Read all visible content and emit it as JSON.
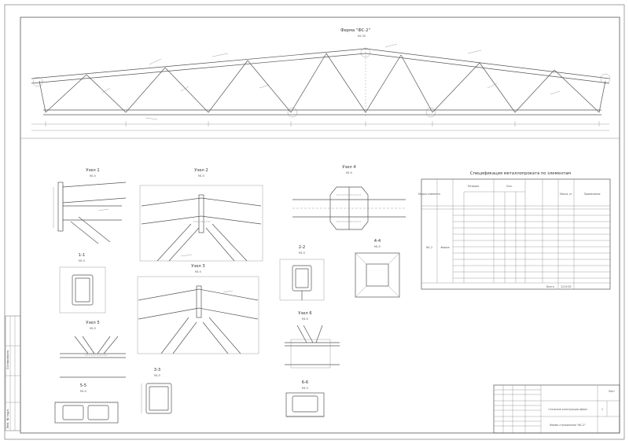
{
  "sheet": {
    "main_title": "Ферма \"ФС-2\"",
    "main_scale": "М1:30"
  },
  "nodes": [
    {
      "title": "Узел 1",
      "scale": "М1:5"
    },
    {
      "title": "Узел 2",
      "scale": "М1:5"
    },
    {
      "title": "Узел 3",
      "scale": "М1:5"
    },
    {
      "title": "Узел 4",
      "scale": "М1:5"
    },
    {
      "title": "Узел 5",
      "scale": "М1:5"
    },
    {
      "title": "Узел 6",
      "scale": "М1:5"
    }
  ],
  "sections": [
    {
      "title": "1-1",
      "scale": "М1:5"
    },
    {
      "title": "2-2",
      "scale": "М1:5"
    },
    {
      "title": "3-3",
      "scale": "М1:5"
    },
    {
      "title": "4-4",
      "scale": "М1:5"
    },
    {
      "title": "5-5",
      "scale": "М1:5"
    },
    {
      "title": "6-6",
      "scale": "М1:5"
    }
  ],
  "spec": {
    "title": "Спецификация металлопроката по элементам",
    "headers": [
      "Марка элемента",
      "Позиция",
      "Кол.",
      "Масса, кг",
      "Примечание"
    ],
    "mark": "ФС-2",
    "type": "Ферма",
    "total_label": "Всего",
    "total_value": "2219,55"
  },
  "side_stamp": {
    "label_top": "Согласовано",
    "label_bottom": "Инв. № подл."
  },
  "stamp": {
    "sheet_label": "Лист",
    "sheet_no": "1",
    "row1": "Стальные конструкции ферм",
    "row2": "Ферма стропильная \"ФС-2\""
  }
}
